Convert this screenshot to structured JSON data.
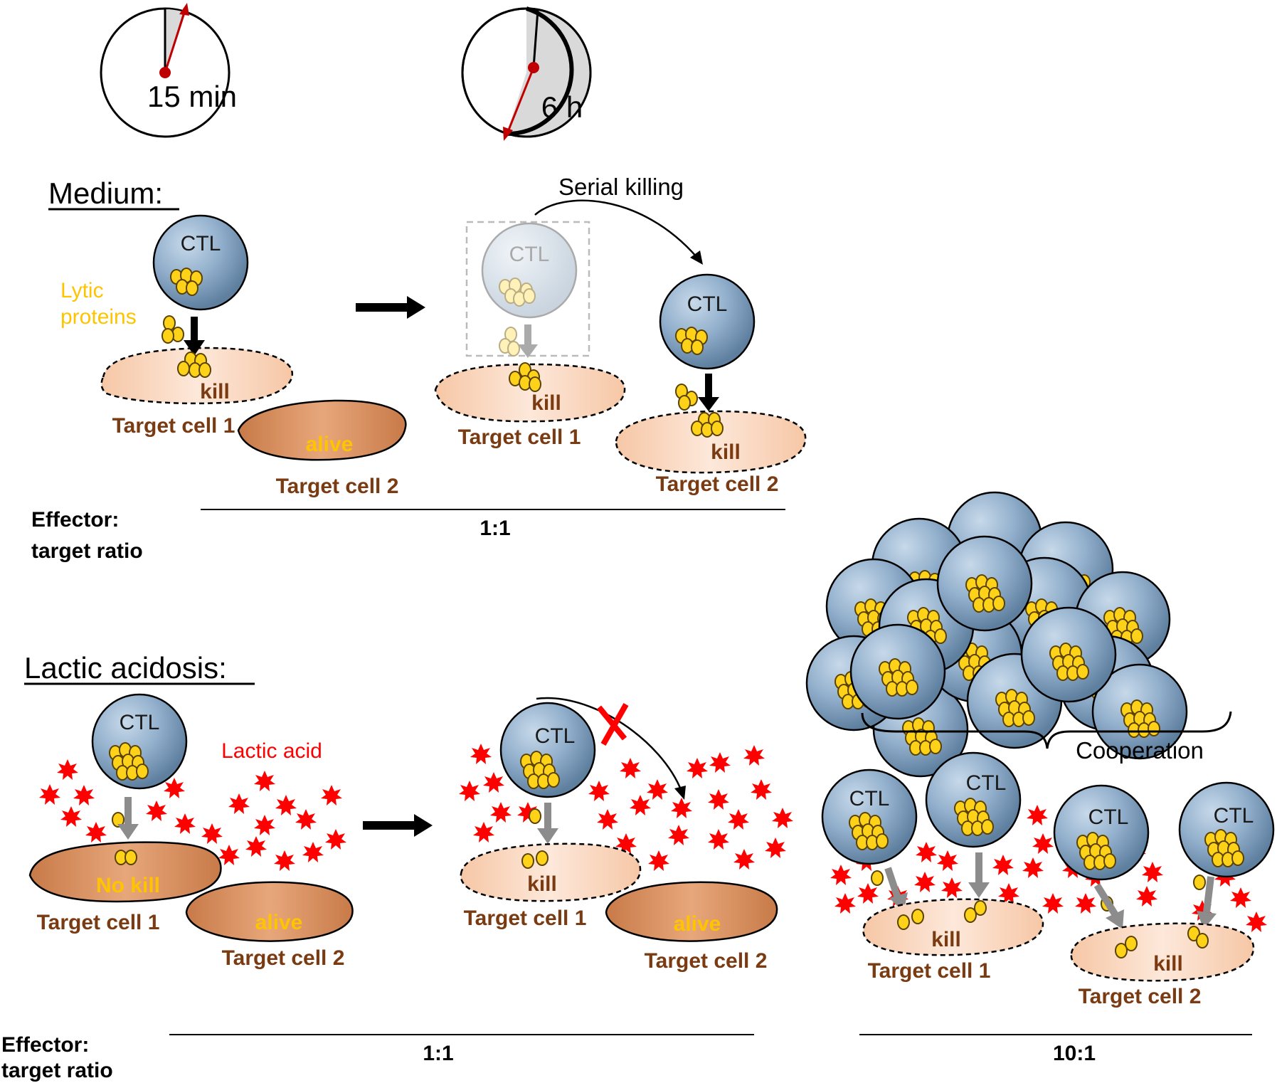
{
  "clock1": {
    "label": "15 min"
  },
  "clock2": {
    "label": "6 h"
  },
  "medium": {
    "heading": "Medium:",
    "ctl1": "CTL",
    "lytic_label": [
      "Lytic",
      "proteins"
    ],
    "kill1": "kill",
    "target1": "Target cell 1",
    "alive": "alive",
    "target2": "Target cell 2",
    "serial_killing": "Serial killing",
    "ctl_faded": "CTL",
    "kill_b": "kill",
    "target1_b": "Target cell 1",
    "ctl2": "CTL",
    "kill_c": "kill",
    "target2_b": "Target cell 2",
    "ratio_label": [
      "Effector:",
      "target ratio"
    ],
    "ratio": "1:1"
  },
  "acidosis": {
    "heading": "Lactic acidosis:",
    "ctl1": "CTL",
    "lactic_acid": "Lactic acid",
    "no_kill": "No kill",
    "target1": "Target cell 1",
    "alive": "alive",
    "target2": "Target cell 2",
    "ctl2": "CTL",
    "kill_b": "kill",
    "target1_b": "Target cell 1",
    "alive_b": "alive",
    "target2_b": "Target cell 2",
    "ratio_label": [
      "Effector:",
      "target ratio"
    ],
    "ratio": "1:1"
  },
  "cooperation": {
    "label": "Cooperation",
    "ctl_a": "CTL",
    "ctl_b": "CTL",
    "ctl_c": "CTL",
    "ctl_d": "CTL",
    "kill1": "kill",
    "target1": "Target cell 1",
    "kill2": "kill",
    "target2": "Target cell 2",
    "ratio": "10:1"
  },
  "colors": {
    "cell_blue": "#8aa9c7",
    "granule_yellow": "#ffd21a",
    "lactic_red": "#ff0000",
    "target_dead": "#fbd9c2",
    "target_alive": "#d99060",
    "label_brown": "#7a3b12",
    "clock_hand": "#c00000"
  }
}
